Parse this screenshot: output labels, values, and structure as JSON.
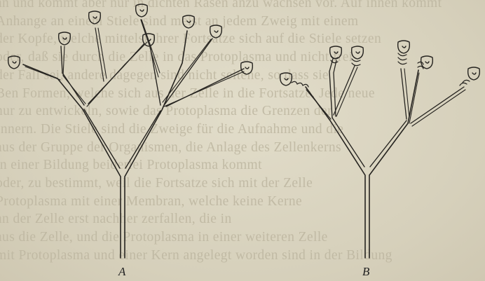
{
  "figure": {
    "labels": {
      "a": "A",
      "b": "B"
    }
  },
  "background_text": [
    "an und kommt aber nur in dichten Rasen anzu wachsen vor. Auf ihnen kommt",
    "Anhange an einem Stiele sind meist an jedem Zweig mit einem",
    "der Kopfe, welche mittelst ihrer Fortsatze sich auf die Stiele setzen",
    "oder, daß sie durch die Zelle in das Protoplasma und nicht frei",
    "der Fall sei; andere dagegen sind nicht seltene, so dass sie",
    "Ben Formen, welche sich aus der Zelle in die Fortsatze. Jede neue",
    "nur zu entwickeln, sowie das Protoplasma die Grenzen der",
    "Innern. Die Stiele sind die Zweige für die Aufnahme und die",
    "aus der Gruppe der Organismen, die Anlage des Zellenkerns",
    "in einer Bildung beiderlei Protoplasma kommt",
    "oder, zu bestimmt, weil die Fortsatze sich mit der Zelle",
    "Protoplasma mit einer Membran, welche keine Kerne",
    "an der Zelle erst nachher zerfallen, die in",
    "aus die Zelle, und die Protoplasma in einer weiteren Zelle",
    "mit Protoplasma und einer Kern angelegt worden sind in der Bildung"
  ]
}
